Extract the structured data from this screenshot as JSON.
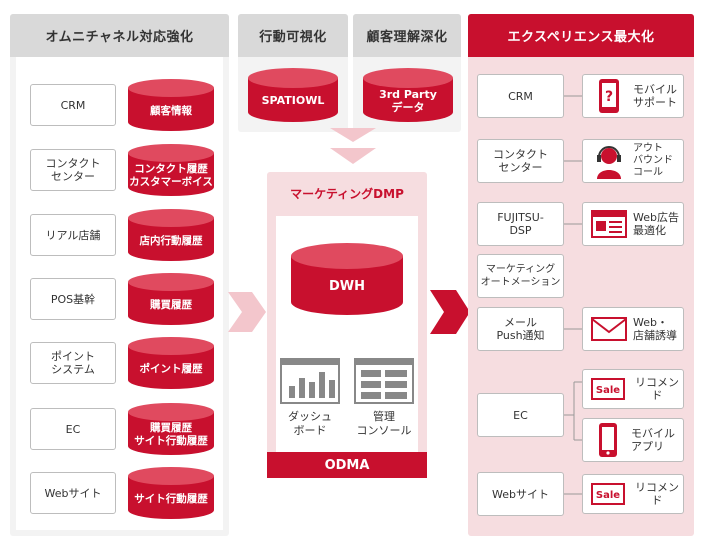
{
  "left_panel": {
    "title": "オムニチャネル対応強化",
    "rows": [
      {
        "source": "CRM",
        "data": "顧客情報"
      },
      {
        "source": "コンタクト\nセンター",
        "data": "コンタクト履歴\nカスタマーボイス"
      },
      {
        "source": "リアル店舗",
        "data": "店内行動履歴"
      },
      {
        "source": "POS基幹",
        "data": "購買履歴"
      },
      {
        "source": "ポイント\nシステム",
        "data": "ポイント履歴"
      },
      {
        "source": "EC",
        "data": "購買履歴\nサイト行動履歴"
      },
      {
        "source": "Webサイト",
        "data": "サイト行動履歴"
      }
    ]
  },
  "mid_panel_1": {
    "title": "行動可視化",
    "cylinder": "SPATIOWL"
  },
  "mid_panel_2": {
    "title": "顧客理解深化",
    "cylinder": "3rd Party\nデータ"
  },
  "dmp": {
    "title": "マーケティングDMP",
    "dwh": "DWH",
    "dashboard_label": "ダッシュ\nボード",
    "console_label": "管理\nコンソール",
    "footer": "ODMA"
  },
  "right_panel": {
    "title": "エクスペリエンス最大化",
    "channels": [
      {
        "label": "CRM"
      },
      {
        "label": "コンタクト\nセンター"
      },
      {
        "label": "FUJITSU-\nDSP"
      },
      {
        "label": "マーケティング\nオートメーション"
      },
      {
        "label": "メール\nPush通知"
      },
      {
        "label": "EC"
      },
      {
        "label": "Webサイト"
      }
    ],
    "actions": [
      {
        "icon": "mobile-support-icon",
        "label": "モバイル\nサポート"
      },
      {
        "icon": "headset-operator-icon",
        "label": "アウト\nバウンド\nコール"
      },
      {
        "icon": "web-ad-icon",
        "label": "Web広告\n最適化"
      },
      {
        "icon": "envelope-icon",
        "label": "Web・\n店舗誘導"
      },
      {
        "icon": "sale-tag-icon",
        "label": "リコメンド",
        "tag": "Sale"
      },
      {
        "icon": "smartphone-icon",
        "label": "モバイル\nアプリ"
      },
      {
        "icon": "sale-tag-icon",
        "label": "リコメンド",
        "tag": "Sale"
      }
    ]
  },
  "colors": {
    "brand_red": "#c8102e",
    "panel_gray": "#f3f3f3",
    "header_gray": "#d9d9d9",
    "panel_pink": "#f6dde0"
  }
}
